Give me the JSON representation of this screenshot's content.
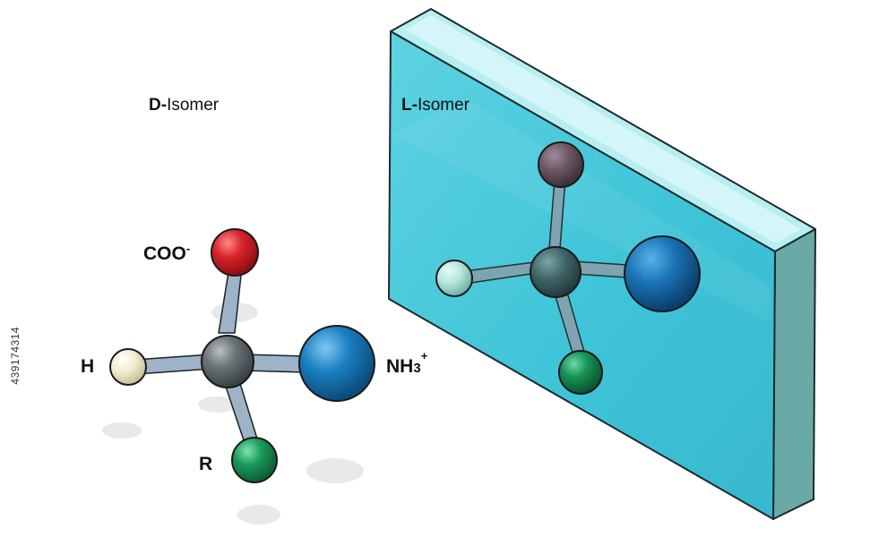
{
  "d_isomer": {
    "title_prefix": "D-",
    "title_suffix": "Isomer",
    "labels": {
      "carboxylate": "COO",
      "carboxylate_charge": "-",
      "hydrogen": "H",
      "amine": "NH",
      "amine_sub": "3",
      "amine_charge": "+",
      "r_group": "R"
    }
  },
  "l_isomer": {
    "title_prefix": "L-",
    "title_suffix": "Isomer"
  },
  "stock_id": "439174314",
  "colors": {
    "carbon": "#5d6468",
    "carboxylate_atom": "#d8232a",
    "hydrogen_atom": "#f3eccd",
    "amine_atom": "#1b7fc1",
    "r_group_atom": "#1a9a5b",
    "bond": "#9fb3c8",
    "mirror_face": "#3fc4d8",
    "mirror_top": "#b6eef2",
    "mirror_side": "#6aaaa6"
  }
}
